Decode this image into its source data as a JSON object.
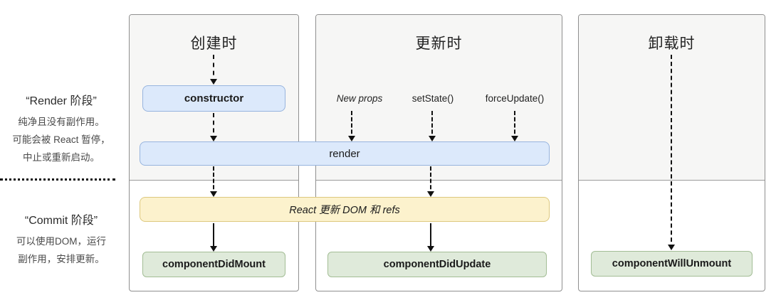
{
  "sidebar": {
    "render_phase": {
      "title": "“Render 阶段”",
      "lines": [
        "纯净且没有副作用。",
        "可能会被 React 暂停，",
        "中止或重新启动。"
      ]
    },
    "commit_phase": {
      "title": "“Commit 阶段”",
      "lines": [
        "可以使用DOM，运行",
        "副作用，安排更新。"
      ]
    }
  },
  "columns": [
    {
      "title": "创建时"
    },
    {
      "title": "更新时"
    },
    {
      "title": "卸载时"
    }
  ],
  "update_triggers": [
    "New props",
    "setState()",
    "forceUpdate()"
  ],
  "nodes": {
    "constructor": "constructor",
    "render": "render",
    "react_updates": "React 更新 DOM 和 refs",
    "component_did_mount": "componentDidMount",
    "component_did_update": "componentDidUpdate",
    "component_will_unmount": "componentWillUnmount"
  },
  "colors": {
    "render_phase_bg": "#f6f6f5",
    "blue_fill": "#dce9fb",
    "blue_border": "#97b4de",
    "yellow_fill": "#fcf2cd",
    "yellow_border": "#ddc87e",
    "green_fill": "#dfeada",
    "green_border": "#a3bd95",
    "column_border": "#8f8f8f"
  }
}
